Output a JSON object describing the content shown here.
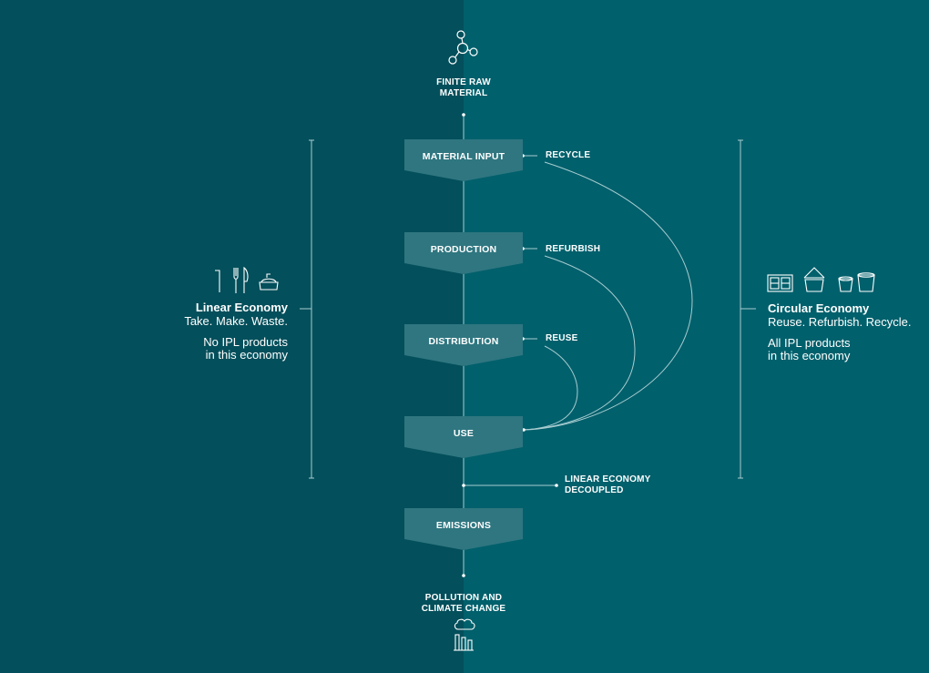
{
  "colors": {
    "left_background": "#034f5b",
    "right_background": "#00606c",
    "step_box": "#2f7680",
    "line": "#a9cdd1",
    "text": "#ffffff"
  },
  "top": {
    "icon": "molecule-icon",
    "label_line1": "FINITE RAW",
    "label_line2": "MATERIAL"
  },
  "steps": [
    "MATERIAL INPUT",
    "PRODUCTION",
    "DISTRIBUTION",
    "USE",
    "EMISSIONS"
  ],
  "loops": [
    "RECYCLE",
    "REFURBISH",
    "REUSE"
  ],
  "decoupled": {
    "line1": "LINEAR ECONOMY",
    "line2": "DECOUPLED"
  },
  "bottom": {
    "icon": "factory-smoke-icon",
    "label_line1": "POLLUTION AND",
    "label_line2": "CLIMATE CHANGE"
  },
  "linear": {
    "icons": [
      "straw-icon",
      "cutlery-icon",
      "food-container-icon"
    ],
    "title": "Linear Economy",
    "subtitle": "Take. Make. Waste.",
    "note_line1": "No IPL products",
    "note_line2": "in this economy"
  },
  "circular": {
    "icons": [
      "tray-icon",
      "bucket-icon",
      "tubs-icon"
    ],
    "title": "Circular Economy",
    "subtitle": "Reuse. Refurbish. Recycle.",
    "note_line1": "All IPL products",
    "note_line2": "in this economy"
  }
}
